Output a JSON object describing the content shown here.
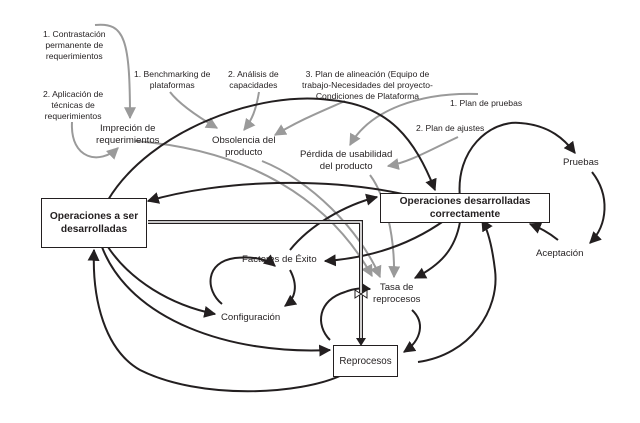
{
  "diagram": {
    "type": "causal-loop / stock-and-flow diagram",
    "stocks": {
      "operaciones_a_ser": "Operaciones a ser desarrolladas",
      "operaciones_a_ser_line1": "Operaciones a ser",
      "operaciones_a_ser_line2": "desarrolladas",
      "operaciones_ok_line1": "Operaciones desarrolladas",
      "operaciones_ok_line2": "correctamente",
      "reprocesos": "Reprocesos"
    },
    "variables": {
      "imprecision_line1": "Impreción de",
      "imprecision_line2": "requerimientos",
      "obsolescencia_line1": "Obsolencia del",
      "obsolescencia_line2": "producto",
      "perdida_line1": "Pérdida de usabilidad",
      "perdida_line2": "del producto",
      "factores": "Factores de Éxito",
      "configuracion": "Configuración",
      "tasa_line1": "Tasa de",
      "tasa_line2": "reprocesos",
      "pruebas": "Pruebas",
      "aceptacion": "Aceptación"
    },
    "policies": {
      "contrastacion": [
        "1. Contrastación",
        "permanente de",
        "requerimientos"
      ],
      "aplicacion": [
        "2. Aplicación de",
        "técnicas de",
        "requerimientos"
      ],
      "benchmarking": [
        "1. Benchmarking de",
        "plataformas"
      ],
      "analisis": [
        "2. Análisis de",
        "capacidades"
      ],
      "alineacion": [
        "3. Plan de alineación (Equipo de",
        "trabajo-Necesidades del proyecto-",
        "Condiciones de Plataforma"
      ],
      "plan_pruebas": [
        "1. Plan de pruebas"
      ],
      "plan_ajustes": [
        "2. Plan de ajustes"
      ]
    },
    "colors": {
      "causal_link": "#231f20",
      "policy_link": "#9a9a9a",
      "flow_pipe": "#231f20"
    }
  }
}
